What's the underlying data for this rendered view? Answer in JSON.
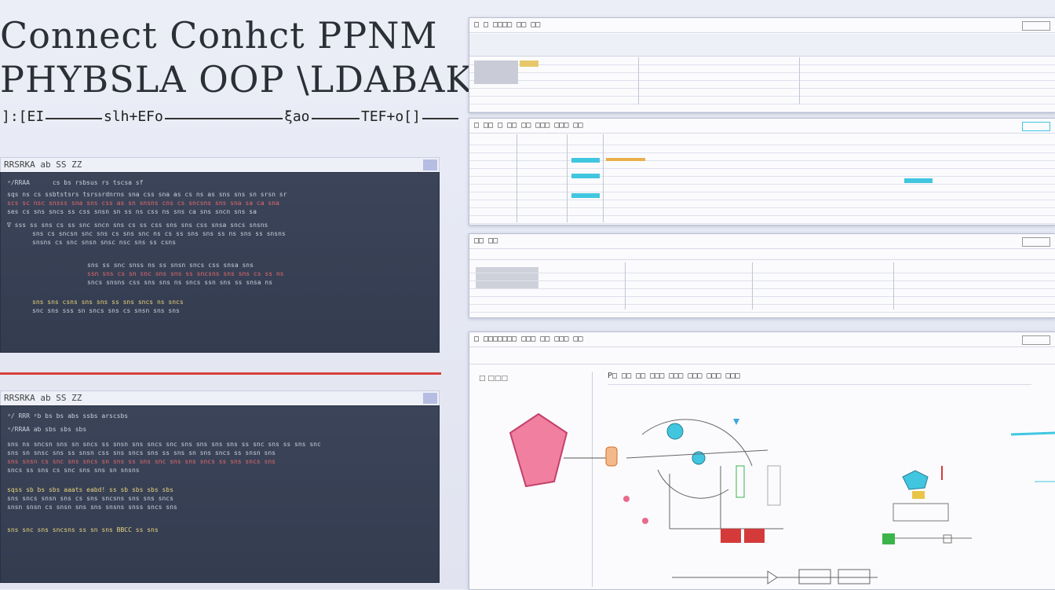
{
  "headline": {
    "line1": "Connect Conhct PPNM",
    "line2": "PHYBSLA  OOP \\LDABAKS",
    "line3_parts": [
      "]:[EI",
      "slh+EFo",
      "ξao",
      "TEF+o[]"
    ]
  },
  "code_panel_top": {
    "title": "RRSRKA ab SS ZZ",
    "rows": [
      {
        "text": "ᵃ/RRAA",
        "extra": "cs bs rsbsus rs tscsa sf"
      },
      {
        "text": "sqs ns cs ssbtstsrs tsrssrdnrns sna css sna as cs ns as sns sns sn srsn sr"
      },
      {
        "text": "scs sc nsc snsss sna sns css as sn snsns cns cs sncsns sns sna sa ca sna"
      },
      {
        "text": "ses cs sns sncs ss css snsn sn ss ns css ns sns ca sns sncn sns sa"
      },
      {
        "text": "∇  sss ss sns cs ss snc sncn sns cs ss css sns sns css snsa sncs snsns"
      },
      {
        "text": "sns cs sncsn snc sns cs sns snc ns cs ss sns sns ss ns sns ss snsns"
      },
      {
        "text": "snsns cs snc snsn snsc nsc sns ss csns"
      },
      {
        "text": "sns ss snc snss ns ss snsn sncs css snsa sns"
      },
      {
        "text": "ssn sns cs sn snc sns sns ss sncsns sns sns cs ss ns"
      },
      {
        "text": "sncs snsns css sns sns ns sncs ssn sns ss snsa ns"
      },
      {
        "text": "sns sns csns sns sns ss sns sncs ns sncs"
      },
      {
        "text": "snc sns sss sn sncs sns cs snsn sns sns"
      }
    ]
  },
  "code_panel_bottom": {
    "title": "RRSRKA ab SS ZZ",
    "rows": [
      {
        "text": "ᵃ/ RRR ᵖb bs bs abs ssbs arscsbs"
      },
      {
        "text": "ᵃ/RRAA ab sbs sbs sbs"
      },
      {
        "text": "sns ns sncsn sns sn sncs ss snsn sns sncs snc sns sns sns sns ss snc sns ss sns snc"
      },
      {
        "text": "sns sn snsc sns ss snsn css sns sncs sns ss sns sn sns sncs ss snsn sns"
      },
      {
        "text": "sns snsn cs snc sns sncs sn sns ss sns snc sns sns sncs ss sns sncs sns"
      },
      {
        "text": "sncs ss sns cs snc sns sns sn snsns"
      },
      {
        "text": "sqss sb bs sbs aaats eabd!  ss sb sbs sbs sbs"
      },
      {
        "text": "sns sncs snsn sns cs sns sncsns sns sns sncs"
      },
      {
        "text": "snsn snsn cs snsn sns sns snsns snss sncs sns"
      },
      {
        "text": "sns snc sns sncsns ss sn sns BBCC ss sns"
      }
    ]
  },
  "windows": {
    "w1_title": "□ □ □□□□ □□ □□",
    "w2_title": "□ □□ □ □□ □□ □□□ □□□ □□",
    "w3_title": "□□ □□",
    "w4_title": "□ □□□□□□□ □□□ □□ □□□ □□",
    "w4_subtitle": "P□ □□ □□ □□□ □□□ □□□ □□□ □□□"
  },
  "colors": {
    "accent_red": "#d8403a",
    "cyan": "#41c6e0",
    "pink": "#e96b8c",
    "green": "#3bb54a",
    "dark_red": "#d53a3a",
    "yellow": "#e8c548"
  }
}
